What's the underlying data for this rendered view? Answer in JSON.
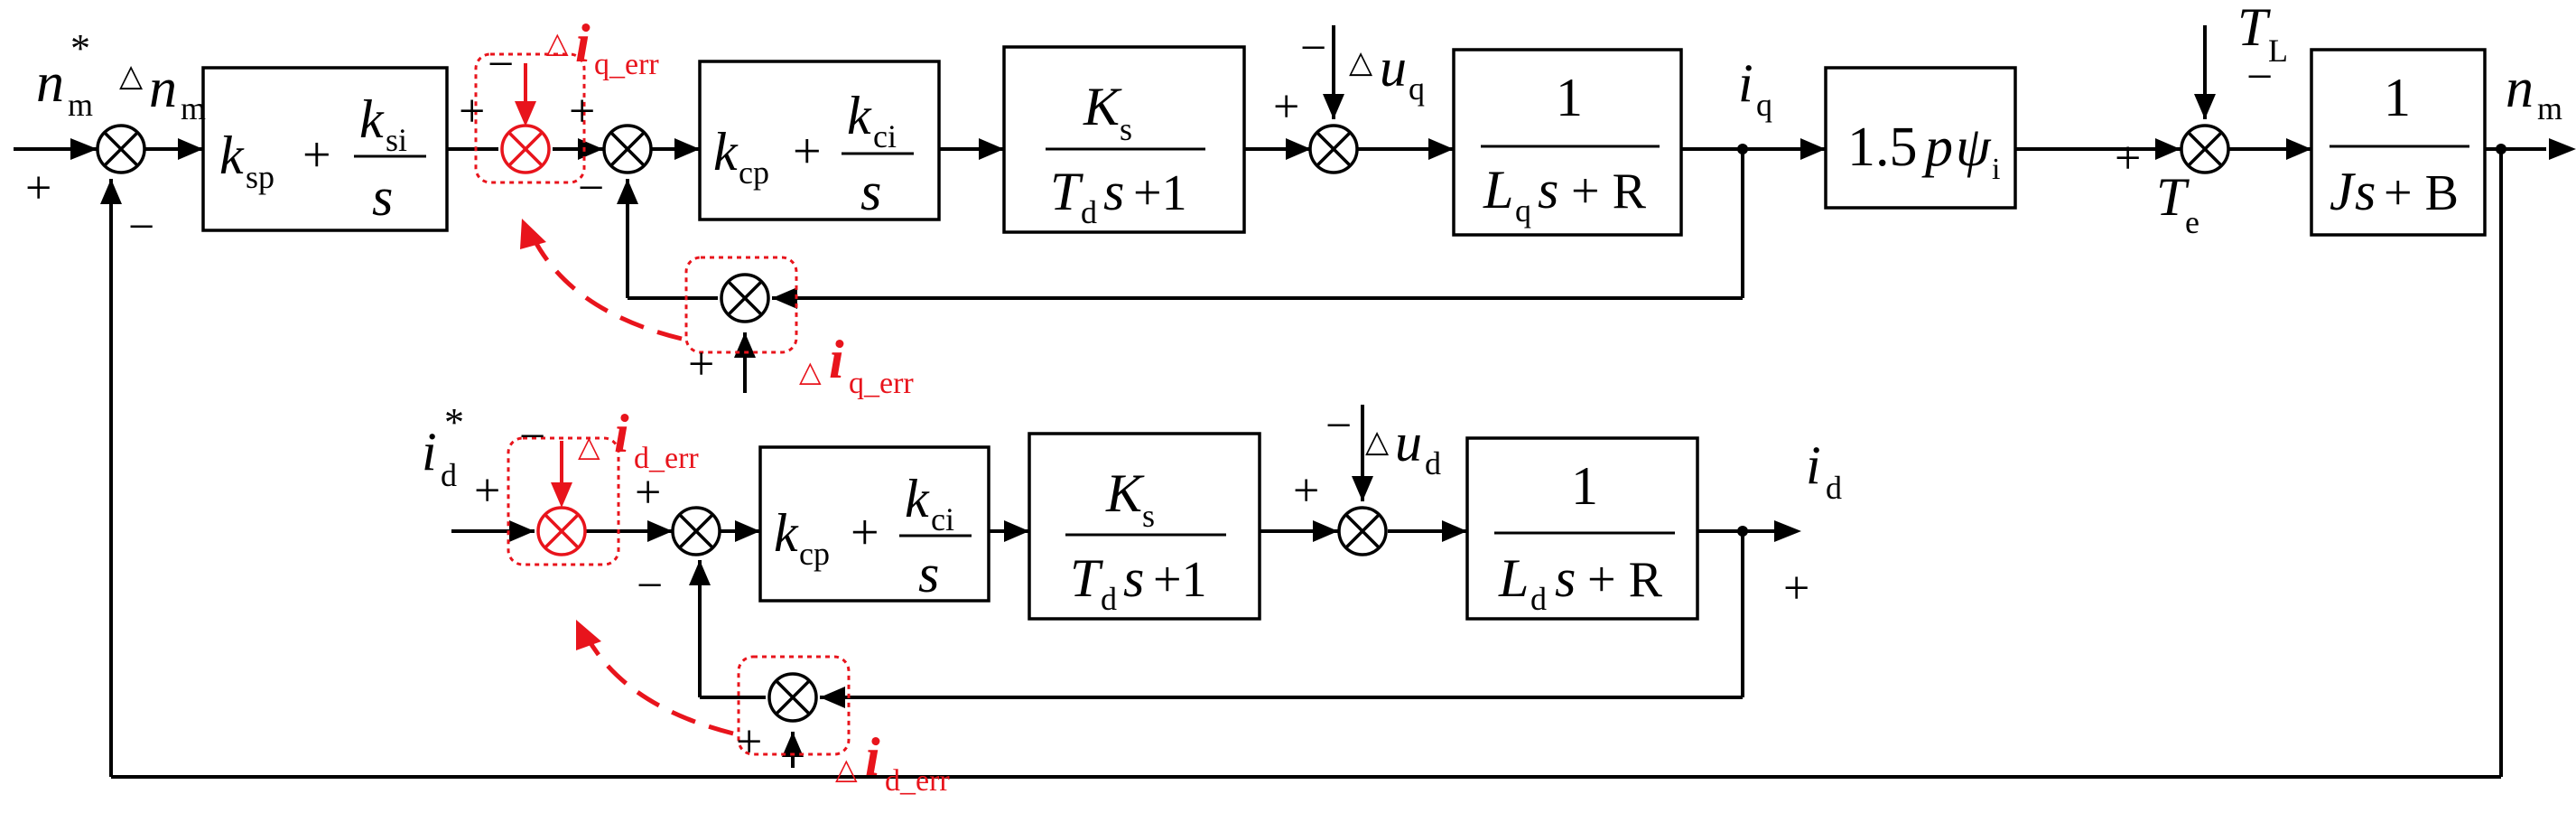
{
  "colors": {
    "line": "#000000",
    "highlight": "#e8141c",
    "background": "#ffffff"
  },
  "labels": {
    "n_ref": {
      "base": "n",
      "sub": "m",
      "sup": "*"
    },
    "delta_n": {
      "base": "n",
      "sub": "m"
    },
    "n_out": {
      "base": "n",
      "sub": "m"
    },
    "iq_out": {
      "base": "i",
      "sub": "q"
    },
    "id_ref": {
      "base": "i",
      "sub": "d",
      "sup": "*"
    },
    "id_out": {
      "base": "i",
      "sub": "d"
    },
    "delta_uq": {
      "base": "u",
      "sub": "q"
    },
    "delta_ud": {
      "base": "u",
      "sub": "d"
    },
    "TL": {
      "base": "T",
      "sub": "L"
    },
    "Te": {
      "base": "T",
      "sub": "e"
    },
    "iq_err_top": {
      "base": "i",
      "sub": "q_err"
    },
    "iq_err_bottom": {
      "base": "i",
      "sub": "q_err"
    },
    "id_err_top": {
      "base": "i",
      "sub": "d_err"
    },
    "id_err_bottom": {
      "base": "i",
      "sub": "d_err"
    },
    "delta_symbol": "△",
    "plus": "+",
    "minus": "−"
  },
  "blocks": {
    "speed_pi": {
      "kp": "k",
      "kp_sub": "sp",
      "ki": "k",
      "ki_sub": "si",
      "s": "s",
      "plus": "+"
    },
    "iq_pi": {
      "kp": "k",
      "kp_sub": "cp",
      "ki": "k",
      "ki_sub": "ci",
      "s": "s",
      "plus": "+"
    },
    "id_pi": {
      "kp": "k",
      "kp_sub": "cp",
      "ki": "k",
      "ki_sub": "ci",
      "s": "s",
      "plus": "+"
    },
    "inverter_q": {
      "num": "K",
      "num_sub": "s",
      "den_a": "T",
      "den_a_sub": "d",
      "den_b": "s",
      "den_c": "+1"
    },
    "inverter_d": {
      "num": "K",
      "num_sub": "s",
      "den_a": "T",
      "den_a_sub": "d",
      "den_b": "s",
      "den_c": "+1"
    },
    "plant_q": {
      "num": "1",
      "den_a": "L",
      "den_a_sub": "q",
      "den_b": "s",
      "den_c": "+ R"
    },
    "plant_d": {
      "num": "1",
      "den_a": "L",
      "den_a_sub": "d",
      "den_b": "s",
      "den_c": "+ R"
    },
    "torque_const": {
      "coef": "1.5",
      "p": "p",
      "psi": "ψ",
      "psi_sub": "i"
    },
    "mechanical": {
      "num": "1",
      "den_a": "J",
      "den_b": "s",
      "den_c": "+ B"
    }
  }
}
